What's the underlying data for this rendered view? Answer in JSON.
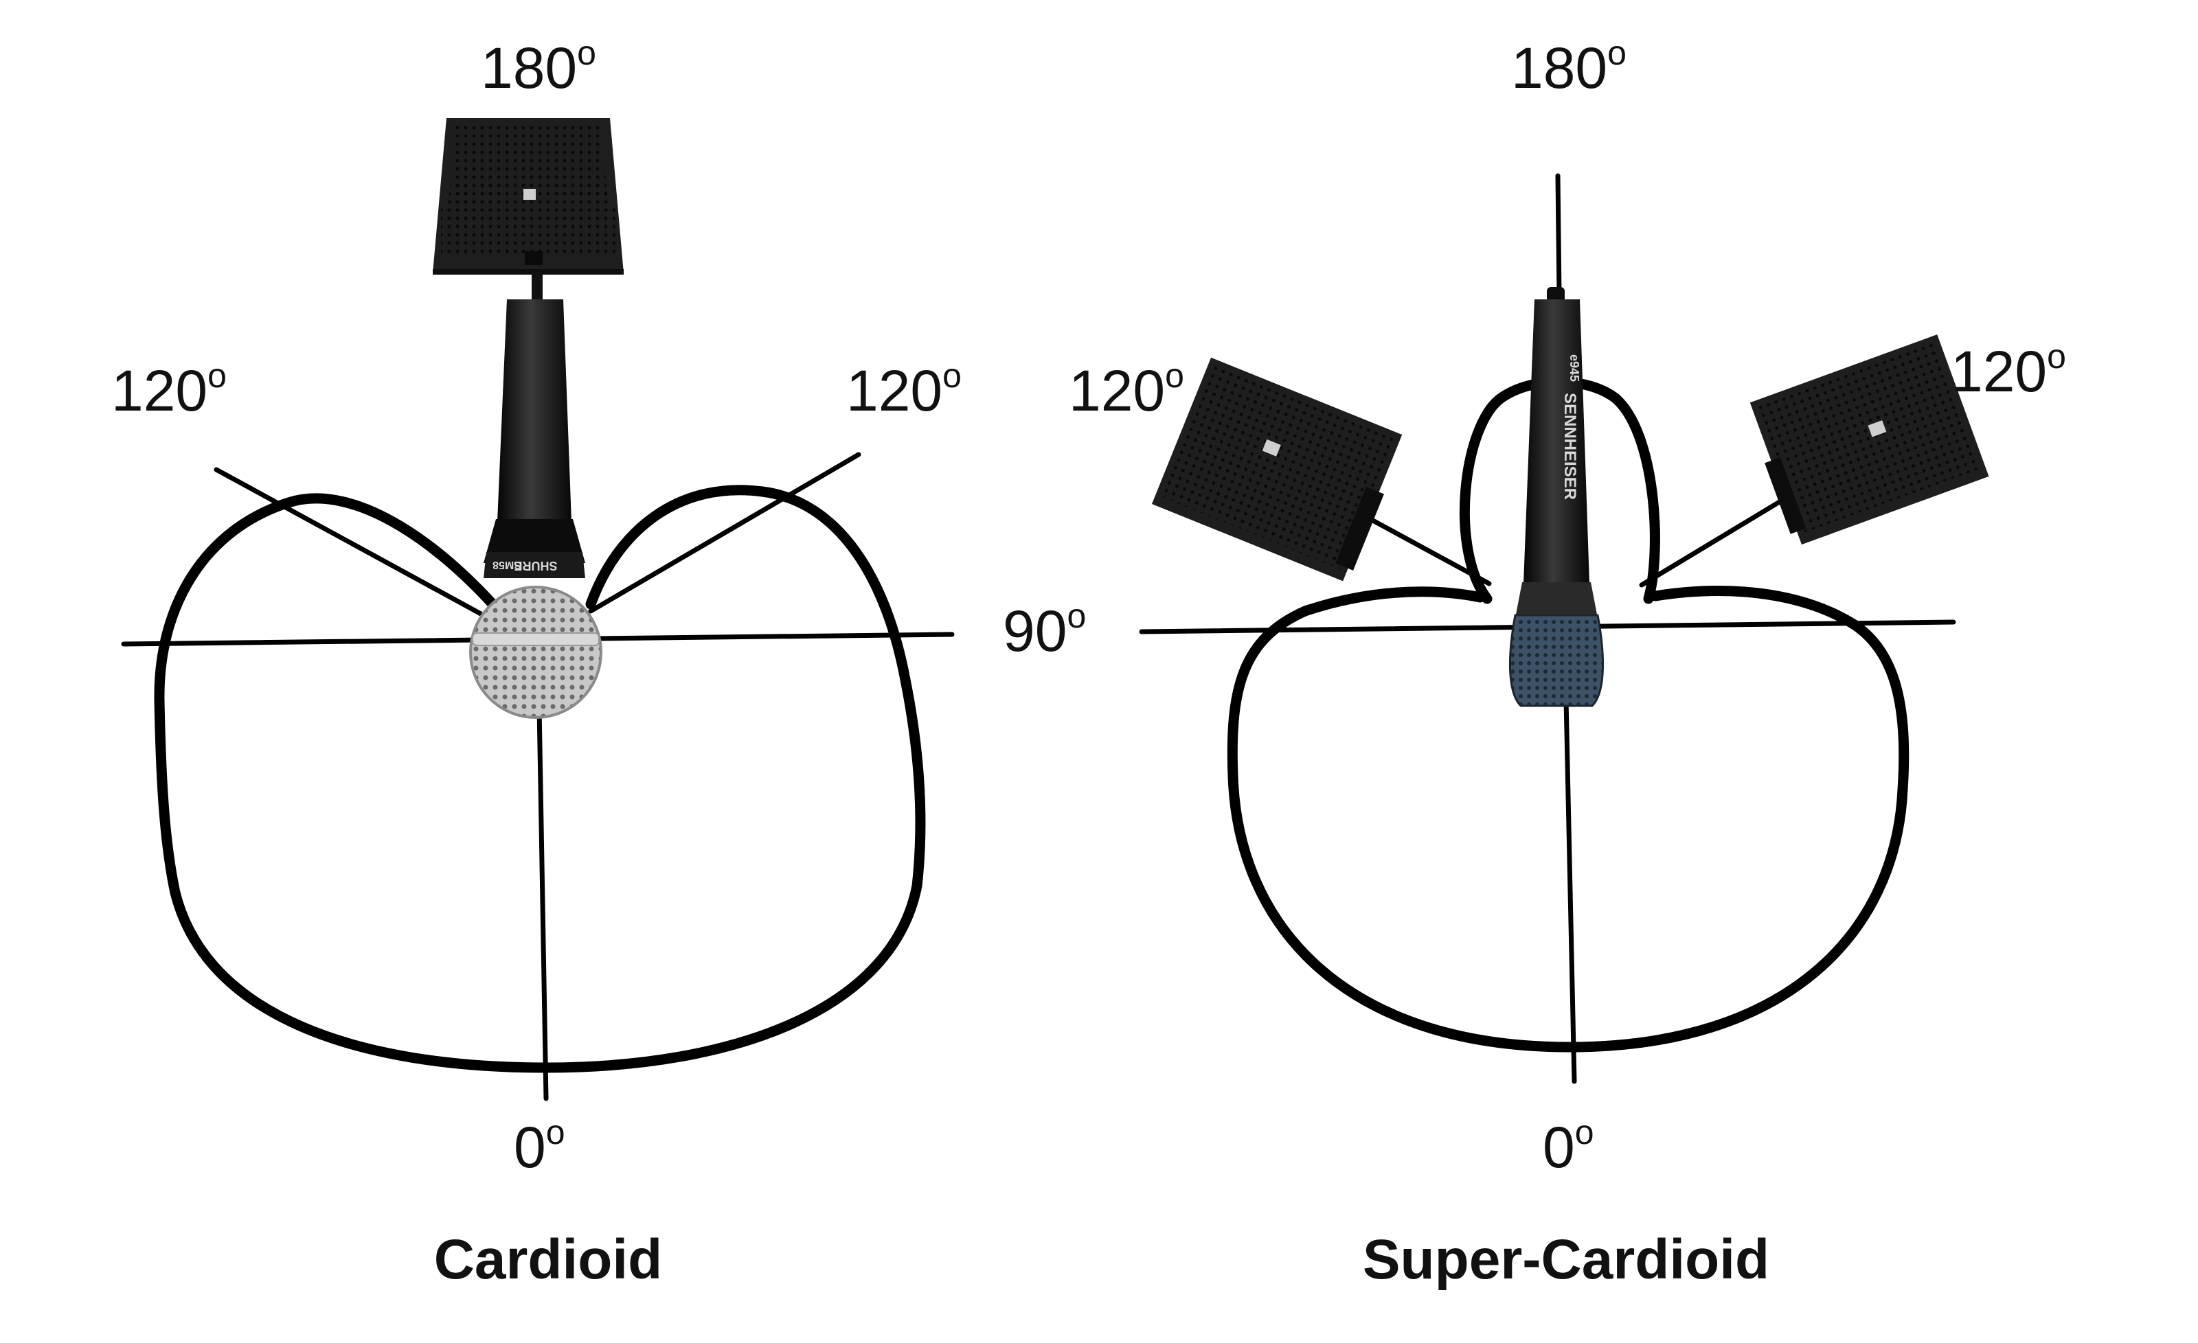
{
  "diagrams": [
    {
      "title": "Cardioid",
      "angle_labels": {
        "top": {
          "value": "180",
          "unit": "o"
        },
        "left": {
          "value": "120",
          "unit": "o"
        },
        "right": {
          "value": "120",
          "unit": "o"
        },
        "bottom": {
          "value": "0",
          "unit": "o"
        }
      },
      "mic_brand": "SHURE",
      "mic_model": "SM58"
    },
    {
      "title": "Super-Cardioid",
      "angle_labels": {
        "top": {
          "value": "180",
          "unit": "o"
        },
        "left": {
          "value": "120",
          "unit": "o"
        },
        "right": {
          "value": "120",
          "unit": "o"
        },
        "side": {
          "value": "90",
          "unit": "o"
        },
        "bottom": {
          "value": "0",
          "unit": "o"
        }
      },
      "mic_brand": "SENNHEISER",
      "mic_model": "e945"
    }
  ],
  "icons": {
    "monitor": "stage-monitor-speaker-icon",
    "mic_dynamic": "handheld-microphone-icon"
  },
  "colors": {
    "line": "#000000",
    "speaker_body": "#1e1e1e",
    "mic_body": "#141414",
    "grille_silver": "#b8b8b8",
    "grille_blue": "#34485a"
  }
}
